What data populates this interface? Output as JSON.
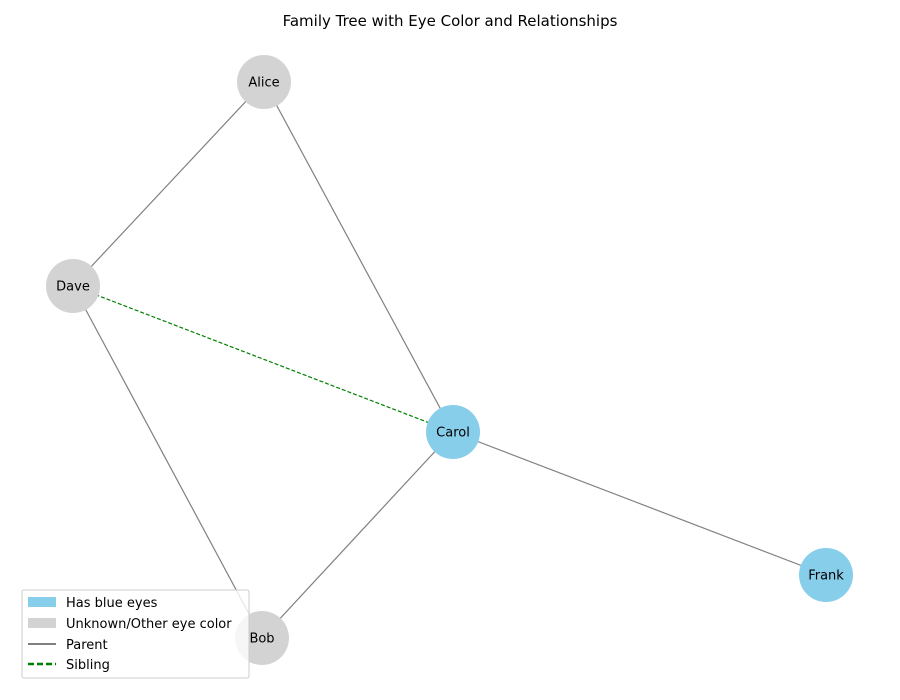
{
  "title": "Family Tree with Eye Color and Relationships",
  "colors": {
    "blue_eyes": "#87CEEB",
    "other_eyes": "#D3D3D3",
    "parent_edge": "#808080",
    "sibling_edge": "#008000"
  },
  "nodes": [
    {
      "id": "alice",
      "label": "Alice",
      "blue_eyes": false
    },
    {
      "id": "dave",
      "label": "Dave",
      "blue_eyes": false
    },
    {
      "id": "carol",
      "label": "Carol",
      "blue_eyes": true
    },
    {
      "id": "bob",
      "label": "Bob",
      "blue_eyes": false
    },
    {
      "id": "frank",
      "label": "Frank",
      "blue_eyes": true
    }
  ],
  "edges": [
    {
      "from": "alice",
      "to": "dave",
      "type": "parent"
    },
    {
      "from": "alice",
      "to": "carol",
      "type": "parent"
    },
    {
      "from": "dave",
      "to": "bob",
      "type": "parent"
    },
    {
      "from": "bob",
      "to": "carol",
      "type": "parent"
    },
    {
      "from": "carol",
      "to": "frank",
      "type": "parent"
    },
    {
      "from": "dave",
      "to": "carol",
      "type": "sibling"
    }
  ],
  "legend": {
    "blue_eyes_label": "Has blue eyes",
    "other_eyes_label": "Unknown/Other eye color",
    "parent_label": "Parent",
    "sibling_label": "Sibling"
  }
}
